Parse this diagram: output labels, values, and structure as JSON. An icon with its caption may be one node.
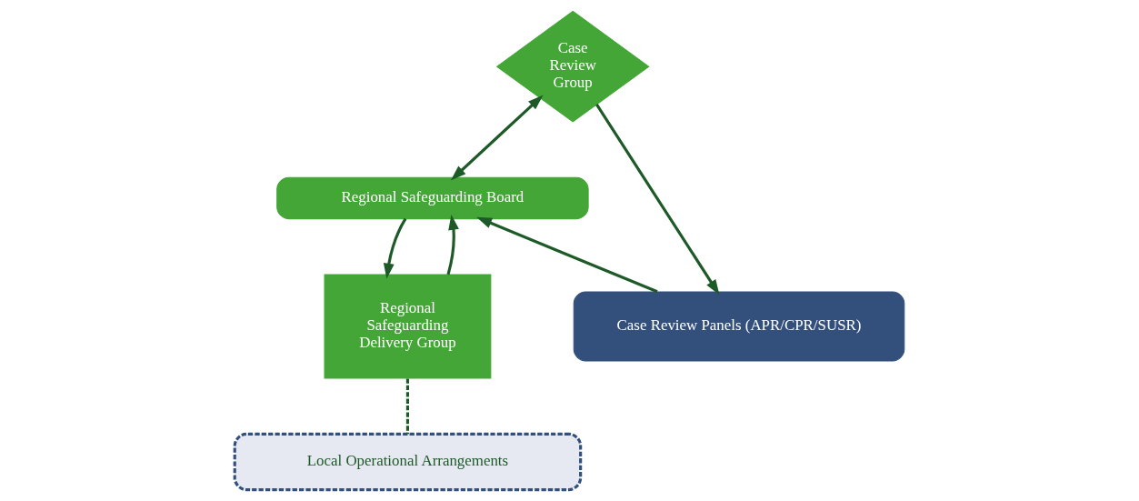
{
  "diagram": {
    "nodes": [
      {
        "text": [
          "Regional Safeguarding Board"
        ]
      },
      {
        "text": [
          "Case Review Group"
        ]
      },
      {
        "text": [
          "Case Review Panels (APR/CPR/SUSR)"
        ]
      },
      {
        "text": [
          "Regional Safeguarding Delivery Group"
        ]
      },
      {
        "text": [
          "Local Operational Arrangements"
        ]
      }
    ],
    "edges": [
      {
        "from": 2,
        "to": 0,
        "arrow": "to"
      },
      {
        "from": 1,
        "to": 0,
        "arrow": "both"
      },
      {
        "from": 1,
        "to": 2,
        "arrow": "to"
      },
      {
        "from": 0,
        "to": 3,
        "arrow": "to"
      },
      {
        "from": 3,
        "to": 0,
        "arrow": "to"
      },
      {
        "from": 3,
        "to": 4,
        "arrow": "none",
        "style": "dashed"
      }
    ]
  }
}
